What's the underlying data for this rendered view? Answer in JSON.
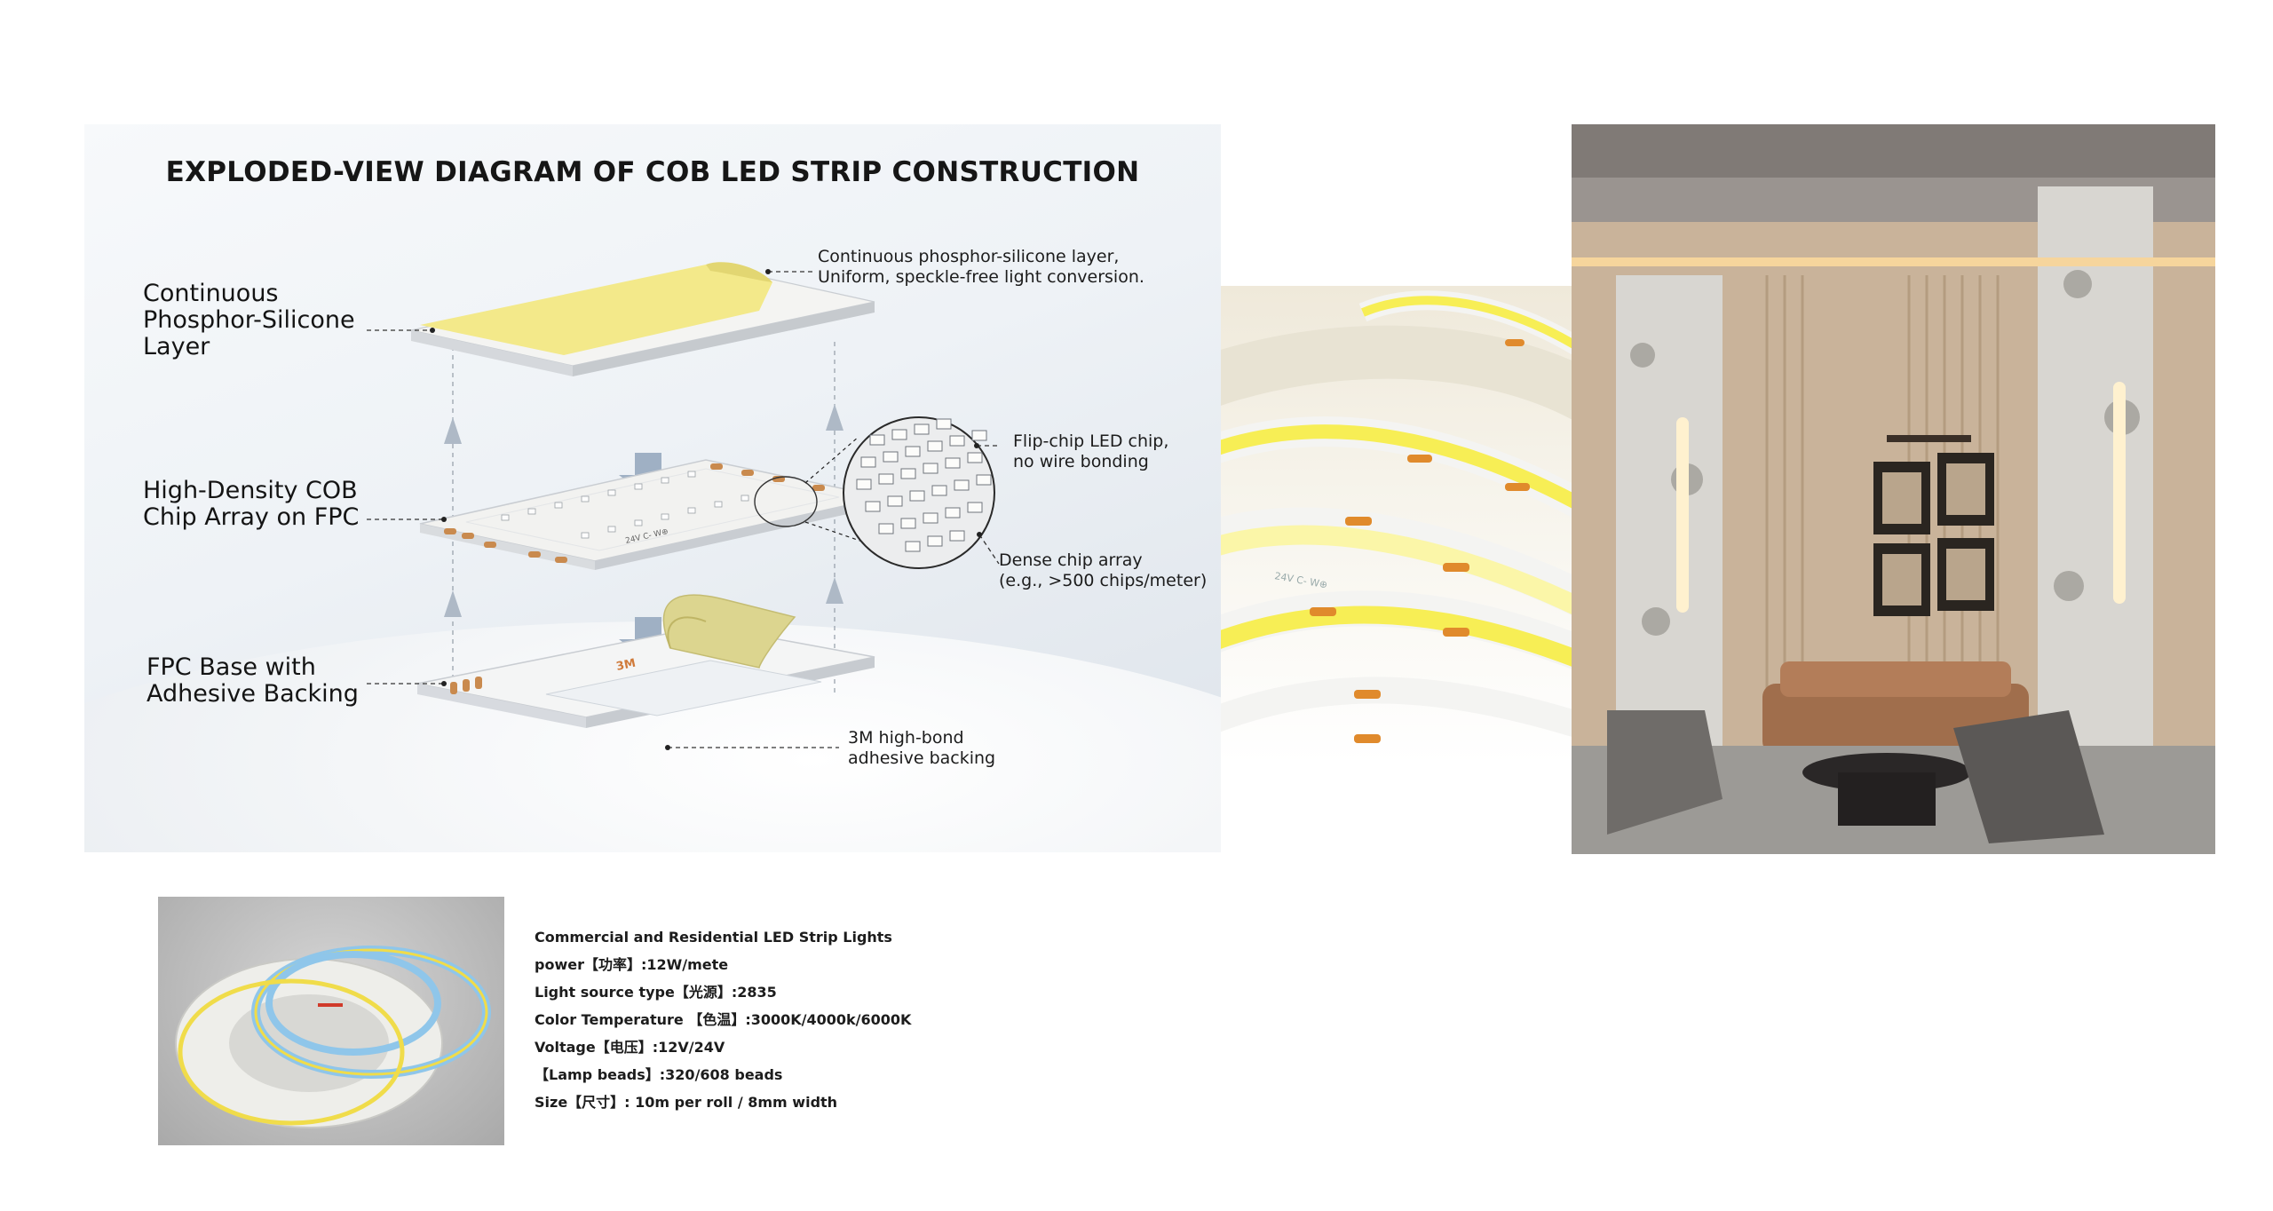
{
  "diagram": {
    "title": "EXPLODED-VIEW DIAGRAM OF COB LED STRIP CONSTRUCTION",
    "layer_labels": [
      [
        "Continuous",
        "Phosphor-Silicone",
        "Layer"
      ],
      [
        "High-Density COB",
        "Chip Array on FPC"
      ],
      [
        "FPC Base with",
        "Adhesive Backing"
      ]
    ],
    "callouts": {
      "phosphor": [
        "Continuous phosphor-silicone layer,",
        "Uniform, speckle-free light conversion."
      ],
      "flip_chip": [
        "Flip-chip LED chip,",
        "no wire bonding"
      ],
      "dense_array": [
        "Dense chip array",
        "(e.g., >500 chips/meter)"
      ],
      "adhesive": [
        "3M high-bond",
        "adhesive backing"
      ]
    },
    "pcb_marks": [
      "24V C- W⊕",
      "3M"
    ],
    "colors": {
      "phosphor": "#f3e98a",
      "pcb": "#f2f2f0",
      "pads": "#c98a4e",
      "backing": "#dcd58f"
    }
  },
  "strip_photo": {
    "strip_mark": "24V C- W⊕",
    "colors": {
      "glow": "#f7ee55",
      "pad": "#e08a2c",
      "substrate": "#f4f4f2"
    }
  },
  "interior_photo": {
    "colors": {
      "wall": "#c9b39a",
      "marble": "#d8d6d1",
      "sofa": "#a06e4c"
    }
  },
  "product_thumbnail": {
    "colors": {
      "reel": "#eeeeea",
      "strip_blue": "#8fc6ea",
      "strip_yellow": "#f0dc4a"
    }
  },
  "specs": {
    "lines": [
      "Commercial and Residential LED Strip Lights",
      "power【功率】:12W/mete",
      "Light source type【光源】:2835",
      "Color Temperature 【色温】:3000K/4000k/6000K",
      "Voltage【电压】:12V/24V",
      "【Lamp beads】:320/608 beads",
      "Size【尺寸】: 10m per roll / 8mm width"
    ]
  }
}
